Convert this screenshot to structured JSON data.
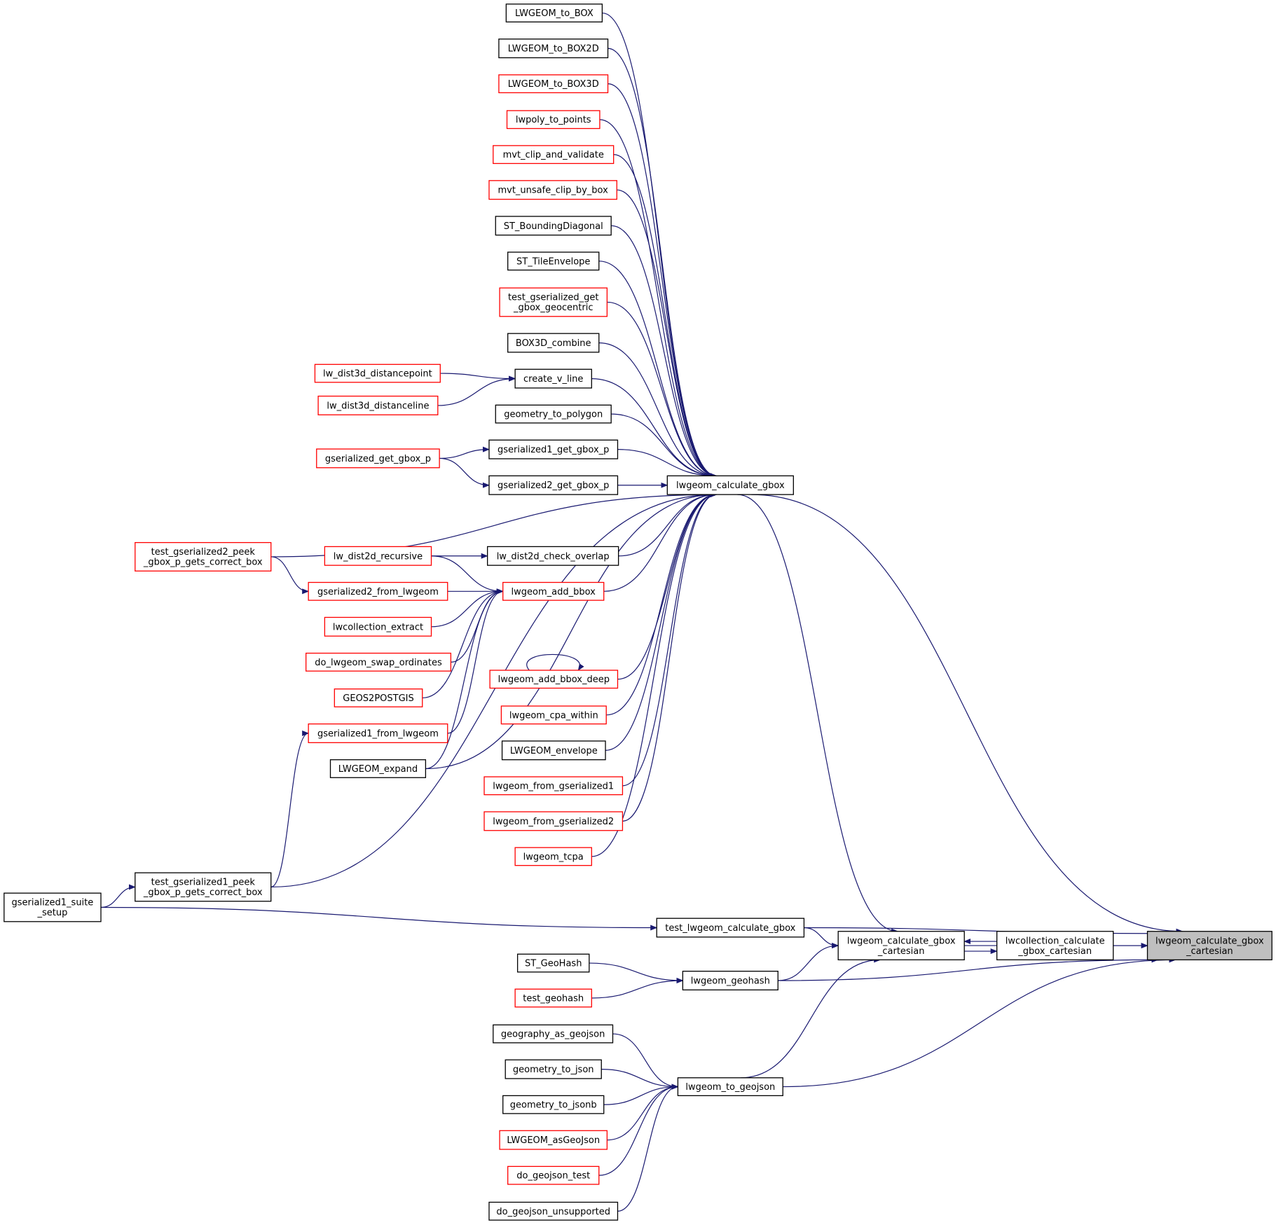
{
  "graph": {
    "edge_color": "#191970",
    "node_border_colors": {
      "documented": "#000000",
      "undocumented": "#ff0000"
    },
    "focus_fill": "#bfbfbf",
    "nodes": [
      {
        "id": "focus",
        "lines": [
          "lwgeom_calculate_gbox",
          "_cartesian"
        ],
        "style": "focus"
      },
      {
        "id": "lwgeom_calculate_gbox",
        "lines": [
          "lwgeom_calculate_gbox"
        ],
        "style": "black"
      },
      {
        "id": "LWGEOM_to_BOX",
        "lines": [
          "LWGEOM_to_BOX"
        ],
        "style": "black"
      },
      {
        "id": "LWGEOM_to_BOX2D",
        "lines": [
          "LWGEOM_to_BOX2D"
        ],
        "style": "black"
      },
      {
        "id": "LWGEOM_to_BOX3D",
        "lines": [
          "LWGEOM_to_BOX3D"
        ],
        "style": "red"
      },
      {
        "id": "lwpoly_to_points",
        "lines": [
          "lwpoly_to_points"
        ],
        "style": "red"
      },
      {
        "id": "mvt_clip_and_validate",
        "lines": [
          "mvt_clip_and_validate"
        ],
        "style": "red"
      },
      {
        "id": "mvt_unsafe_clip_by_box",
        "lines": [
          "mvt_unsafe_clip_by_box"
        ],
        "style": "red"
      },
      {
        "id": "ST_BoundingDiagonal",
        "lines": [
          "ST_BoundingDiagonal"
        ],
        "style": "black"
      },
      {
        "id": "ST_TileEnvelope",
        "lines": [
          "ST_TileEnvelope"
        ],
        "style": "black"
      },
      {
        "id": "test_gserialized_get_gbox_geocentric",
        "lines": [
          "test_gserialized_get",
          "_gbox_geocentric"
        ],
        "style": "red"
      },
      {
        "id": "BOX3D_combine",
        "lines": [
          "BOX3D_combine"
        ],
        "style": "black"
      },
      {
        "id": "create_v_line",
        "lines": [
          "create_v_line"
        ],
        "style": "black"
      },
      {
        "id": "lw_dist3d_distancepoint",
        "lines": [
          "lw_dist3d_distancepoint"
        ],
        "style": "red"
      },
      {
        "id": "lw_dist3d_distanceline",
        "lines": [
          "lw_dist3d_distanceline"
        ],
        "style": "red"
      },
      {
        "id": "geometry_to_polygon",
        "lines": [
          "geometry_to_polygon"
        ],
        "style": "black"
      },
      {
        "id": "gserialized1_get_gbox_p",
        "lines": [
          "gserialized1_get_gbox_p"
        ],
        "style": "black"
      },
      {
        "id": "gserialized_get_gbox_p",
        "lines": [
          "gserialized_get_gbox_p"
        ],
        "style": "red"
      },
      {
        "id": "gserialized2_get_gbox_p",
        "lines": [
          "gserialized2_get_gbox_p"
        ],
        "style": "black"
      },
      {
        "id": "test_gserialized2_peek",
        "lines": [
          "test_gserialized2_peek",
          "_gbox_p_gets_correct_box"
        ],
        "style": "red"
      },
      {
        "id": "lw_dist2d_check_overlap",
        "lines": [
          "lw_dist2d_check_overlap"
        ],
        "style": "black"
      },
      {
        "id": "lw_dist2d_recursive",
        "lines": [
          "lw_dist2d_recursive"
        ],
        "style": "red"
      },
      {
        "id": "lwgeom_add_bbox",
        "lines": [
          "lwgeom_add_bbox"
        ],
        "style": "red"
      },
      {
        "id": "gserialized2_from_lwgeom",
        "lines": [
          "gserialized2_from_lwgeom"
        ],
        "style": "red"
      },
      {
        "id": "lwcollection_extract",
        "lines": [
          "lwcollection_extract"
        ],
        "style": "red"
      },
      {
        "id": "do_lwgeom_swap_ordinates",
        "lines": [
          "do_lwgeom_swap_ordinates"
        ],
        "style": "red"
      },
      {
        "id": "GEOS2POSTGIS",
        "lines": [
          "GEOS2POSTGIS"
        ],
        "style": "red"
      },
      {
        "id": "gserialized1_from_lwgeom",
        "lines": [
          "gserialized1_from_lwgeom"
        ],
        "style": "red"
      },
      {
        "id": "LWGEOM_expand",
        "lines": [
          "LWGEOM_expand"
        ],
        "style": "black"
      },
      {
        "id": "lwgeom_add_bbox_deep",
        "lines": [
          "lwgeom_add_bbox_deep"
        ],
        "style": "red"
      },
      {
        "id": "lwgeom_cpa_within",
        "lines": [
          "lwgeom_cpa_within"
        ],
        "style": "red"
      },
      {
        "id": "LWGEOM_envelope",
        "lines": [
          "LWGEOM_envelope"
        ],
        "style": "black"
      },
      {
        "id": "lwgeom_from_gserialized1",
        "lines": [
          "lwgeom_from_gserialized1"
        ],
        "style": "red"
      },
      {
        "id": "lwgeom_from_gserialized2",
        "lines": [
          "lwgeom_from_gserialized2"
        ],
        "style": "red"
      },
      {
        "id": "lwgeom_tcpa",
        "lines": [
          "lwgeom_tcpa"
        ],
        "style": "red"
      },
      {
        "id": "test_gserialized1_peek",
        "lines": [
          "test_gserialized1_peek",
          "_gbox_p_gets_correct_box"
        ],
        "style": "black"
      },
      {
        "id": "gserialized1_suite_setup",
        "lines": [
          "gserialized1_suite",
          "_setup"
        ],
        "style": "black"
      },
      {
        "id": "test_lwgeom_calculate_gbox",
        "lines": [
          "test_lwgeom_calculate_gbox"
        ],
        "style": "black"
      },
      {
        "id": "lwgeom_calculate_gbox_cartesian",
        "lines": [
          "lwgeom_calculate_gbox",
          "_cartesian"
        ],
        "style": "black"
      },
      {
        "id": "lwcollection_calculate_gbox_cartesian",
        "lines": [
          "lwcollection_calculate",
          "_gbox_cartesian"
        ],
        "style": "black"
      },
      {
        "id": "ST_GeoHash",
        "lines": [
          "ST_GeoHash"
        ],
        "style": "black"
      },
      {
        "id": "lwgeom_geohash",
        "lines": [
          "lwgeom_geohash"
        ],
        "style": "black"
      },
      {
        "id": "test_geohash",
        "lines": [
          "test_geohash"
        ],
        "style": "red"
      },
      {
        "id": "geography_as_geojson",
        "lines": [
          "geography_as_geojson"
        ],
        "style": "black"
      },
      {
        "id": "geometry_to_json",
        "lines": [
          "geometry_to_json"
        ],
        "style": "black"
      },
      {
        "id": "geometry_to_jsonb",
        "lines": [
          "geometry_to_jsonb"
        ],
        "style": "black"
      },
      {
        "id": "lwgeom_to_geojson",
        "lines": [
          "lwgeom_to_geojson"
        ],
        "style": "black"
      },
      {
        "id": "LWGEOM_asGeoJson",
        "lines": [
          "LWGEOM_asGeoJson"
        ],
        "style": "red"
      },
      {
        "id": "do_geojson_test",
        "lines": [
          "do_geojson_test"
        ],
        "style": "red"
      },
      {
        "id": "do_geojson_unsupported",
        "lines": [
          "do_geojson_unsupported"
        ],
        "style": "black"
      }
    ],
    "edges": [
      [
        "lwgeom_calculate_gbox",
        "focus"
      ],
      [
        "lwgeom_calculate_gbox_cartesian",
        "focus"
      ],
      [
        "lwcollection_calculate_gbox_cartesian",
        "focus"
      ],
      [
        "test_lwgeom_calculate_gbox",
        "focus"
      ],
      [
        "lwgeom_geohash",
        "focus"
      ],
      [
        "lwgeom_to_geojson",
        "focus"
      ],
      [
        "lwgeom_calculate_gbox",
        "lwgeom_calculate_gbox_cartesian"
      ],
      [
        "lwcollection_calculate_gbox_cartesian",
        "lwgeom_calculate_gbox_cartesian"
      ],
      [
        "lwgeom_calculate_gbox_cartesian",
        "lwcollection_calculate_gbox_cartesian"
      ],
      [
        "test_lwgeom_calculate_gbox",
        "lwgeom_calculate_gbox_cartesian"
      ],
      [
        "lwgeom_geohash",
        "lwgeom_calculate_gbox_cartesian"
      ],
      [
        "lwgeom_to_geojson",
        "lwgeom_calculate_gbox_cartesian"
      ],
      [
        "LWGEOM_to_BOX",
        "lwgeom_calculate_gbox"
      ],
      [
        "LWGEOM_to_BOX2D",
        "lwgeom_calculate_gbox"
      ],
      [
        "LWGEOM_to_BOX3D",
        "lwgeom_calculate_gbox"
      ],
      [
        "lwpoly_to_points",
        "lwgeom_calculate_gbox"
      ],
      [
        "mvt_clip_and_validate",
        "lwgeom_calculate_gbox"
      ],
      [
        "mvt_unsafe_clip_by_box",
        "lwgeom_calculate_gbox"
      ],
      [
        "ST_BoundingDiagonal",
        "lwgeom_calculate_gbox"
      ],
      [
        "ST_TileEnvelope",
        "lwgeom_calculate_gbox"
      ],
      [
        "test_gserialized_get_gbox_geocentric",
        "lwgeom_calculate_gbox"
      ],
      [
        "BOX3D_combine",
        "lwgeom_calculate_gbox"
      ],
      [
        "create_v_line",
        "lwgeom_calculate_gbox"
      ],
      [
        "geometry_to_polygon",
        "lwgeom_calculate_gbox"
      ],
      [
        "gserialized1_get_gbox_p",
        "lwgeom_calculate_gbox"
      ],
      [
        "gserialized2_get_gbox_p",
        "lwgeom_calculate_gbox"
      ],
      [
        "test_gserialized2_peek",
        "lwgeom_calculate_gbox"
      ],
      [
        "lw_dist2d_check_overlap",
        "lwgeom_calculate_gbox"
      ],
      [
        "lwgeom_add_bbox",
        "lwgeom_calculate_gbox"
      ],
      [
        "LWGEOM_expand",
        "lwgeom_calculate_gbox"
      ],
      [
        "lwgeom_add_bbox_deep",
        "lwgeom_calculate_gbox"
      ],
      [
        "lwgeom_cpa_within",
        "lwgeom_calculate_gbox"
      ],
      [
        "LWGEOM_envelope",
        "lwgeom_calculate_gbox"
      ],
      [
        "lwgeom_from_gserialized1",
        "lwgeom_calculate_gbox"
      ],
      [
        "lwgeom_from_gserialized2",
        "lwgeom_calculate_gbox"
      ],
      [
        "lwgeom_tcpa",
        "lwgeom_calculate_gbox"
      ],
      [
        "test_gserialized1_peek",
        "lwgeom_calculate_gbox"
      ],
      [
        "lw_dist3d_distancepoint",
        "create_v_line"
      ],
      [
        "lw_dist3d_distanceline",
        "create_v_line"
      ],
      [
        "gserialized_get_gbox_p",
        "gserialized1_get_gbox_p"
      ],
      [
        "gserialized_get_gbox_p",
        "gserialized2_get_gbox_p"
      ],
      [
        "lw_dist2d_recursive",
        "lw_dist2d_check_overlap"
      ],
      [
        "lw_dist2d_recursive",
        "lwgeom_add_bbox"
      ],
      [
        "gserialized2_from_lwgeom",
        "lwgeom_add_bbox"
      ],
      [
        "lwcollection_extract",
        "lwgeom_add_bbox"
      ],
      [
        "do_lwgeom_swap_ordinates",
        "lwgeom_add_bbox"
      ],
      [
        "GEOS2POSTGIS",
        "lwgeom_add_bbox"
      ],
      [
        "gserialized1_from_lwgeom",
        "lwgeom_add_bbox"
      ],
      [
        "LWGEOM_expand",
        "lwgeom_add_bbox"
      ],
      [
        "test_gserialized2_peek",
        "gserialized2_from_lwgeom"
      ],
      [
        "test_gserialized1_peek",
        "gserialized1_from_lwgeom"
      ],
      [
        "lwgeom_add_bbox_deep",
        "lwgeom_add_bbox_deep"
      ],
      [
        "gserialized1_suite_setup",
        "test_gserialized1_peek"
      ],
      [
        "gserialized1_suite_setup",
        "test_lwgeom_calculate_gbox"
      ],
      [
        "ST_GeoHash",
        "lwgeom_geohash"
      ],
      [
        "test_geohash",
        "lwgeom_geohash"
      ],
      [
        "geography_as_geojson",
        "lwgeom_to_geojson"
      ],
      [
        "geometry_to_json",
        "lwgeom_to_geojson"
      ],
      [
        "geometry_to_jsonb",
        "lwgeom_to_geojson"
      ],
      [
        "LWGEOM_asGeoJson",
        "lwgeom_to_geojson"
      ],
      [
        "do_geojson_test",
        "lwgeom_to_geojson"
      ],
      [
        "do_geojson_unsupported",
        "lwgeom_to_geojson"
      ]
    ]
  }
}
